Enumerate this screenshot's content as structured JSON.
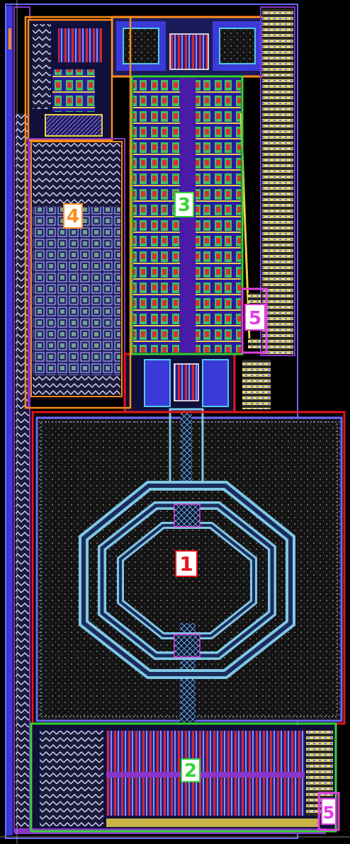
{
  "regions": [
    {
      "id": "r1",
      "label": "1",
      "color": "#e3161b",
      "label_bg": "#ffffff"
    },
    {
      "id": "r2",
      "label": "2",
      "color": "#37d43a",
      "label_bg": "#ffffff"
    },
    {
      "id": "r3",
      "label": "3",
      "color": "#37d43a",
      "label_bg": "#ffffff"
    },
    {
      "id": "r4",
      "label": "4",
      "color": "#ff8c1a",
      "label_bg": "#ffffff"
    },
    {
      "id": "r5a",
      "label": "5",
      "color": "#e040e0",
      "label_bg": "#ffffff"
    },
    {
      "id": "r5b",
      "label": "5",
      "color": "#e040e0",
      "label_bg": "#ffffff"
    }
  ],
  "colors": {
    "background": "#000000",
    "substrate": "#101010",
    "metal_blue": "#3a3ad8",
    "metal_purple": "#8a35c8",
    "metal_red": "#d31e1e",
    "metal_yellow": "#e9d94a",
    "metal_cyan": "#54c8e8",
    "inductor": "#7fc7e6",
    "pad_grid": "#c8c8ff",
    "orange": "#ff8c1a",
    "green": "#37d43a",
    "magenta": "#e040e0"
  }
}
